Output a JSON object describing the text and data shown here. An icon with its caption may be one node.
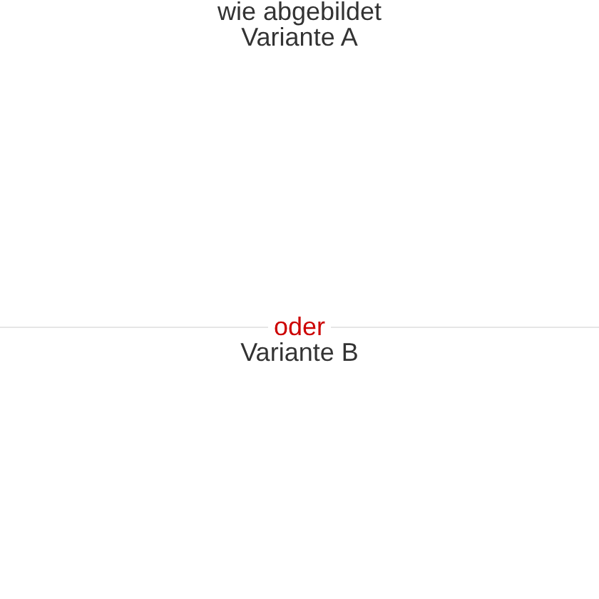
{
  "diagram": {
    "labels": [
      "wie abgebildet",
      "Variante A",
      "oder",
      "Variante B"
    ]
  }
}
